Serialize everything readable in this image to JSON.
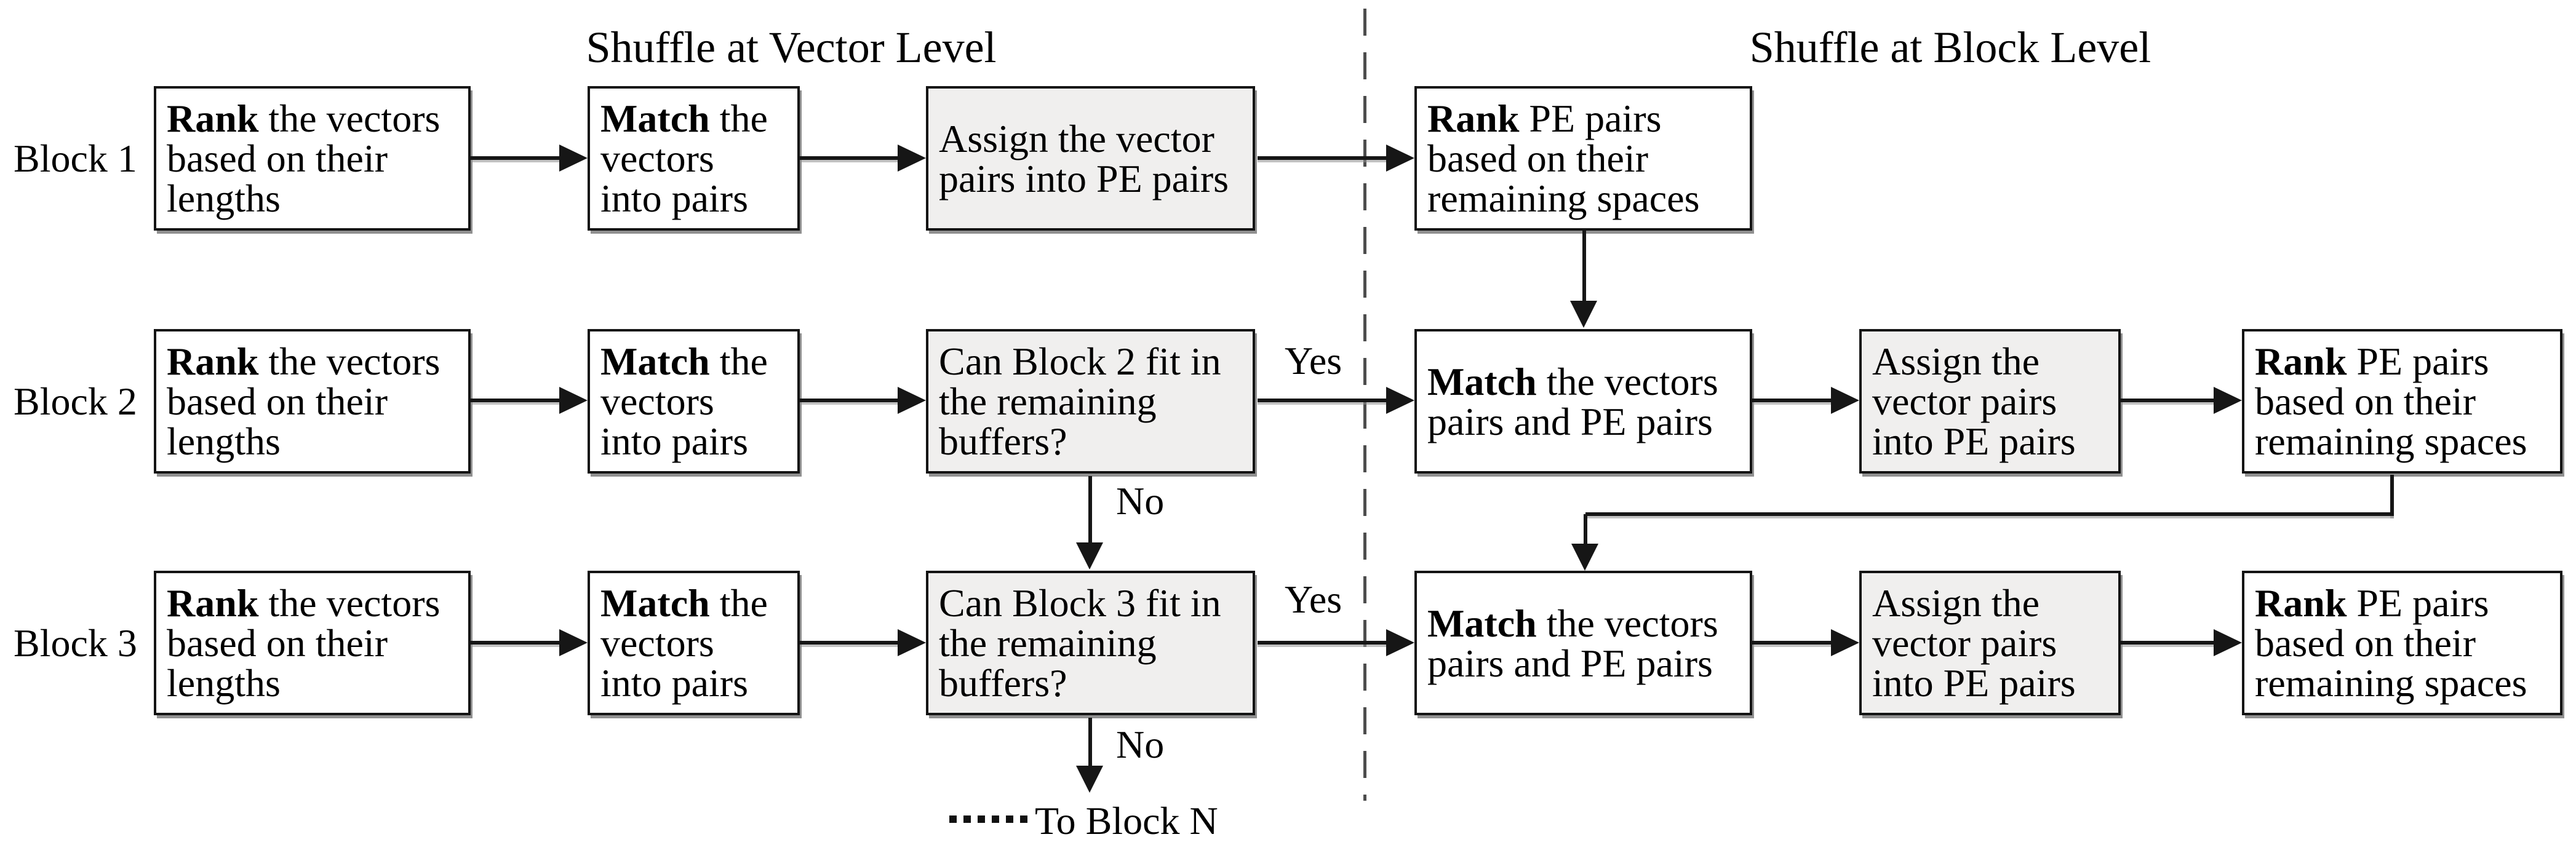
{
  "titles": {
    "left": "Shuffle at Vector Level",
    "right": "Shuffle at Block Level"
  },
  "row_labels": [
    "Block 1",
    "Block 2",
    "Block 3"
  ],
  "box_texts": {
    "rank_vectors": {
      "bold": "Rank",
      "lines": [
        " the vectors",
        "based on their",
        "lengths"
      ]
    },
    "match_into_pairs": {
      "bold": "Match",
      "lines": [
        " the",
        "vectors",
        "into pairs"
      ]
    },
    "assign_wide": {
      "lines": [
        "Assign the vector",
        "pairs into PE pairs"
      ]
    },
    "can_fit_2": {
      "lines": [
        "Can Block 2 fit in",
        "the remaining",
        "buffers?"
      ]
    },
    "can_fit_3": {
      "lines": [
        "Can Block 3 fit in",
        "the remaining",
        "buffers?"
      ]
    },
    "rank_pe": {
      "bold": "Rank",
      "lines": [
        " PE pairs",
        "based on their",
        "remaining spaces"
      ]
    },
    "match_pairs": {
      "bold": "Match",
      "lines": [
        " the vectors",
        "pairs and PE pairs"
      ]
    },
    "assign_narrow": {
      "lines": [
        "Assign the",
        "vector pairs",
        "into PE pairs"
      ]
    }
  },
  "labels": {
    "yes": "Yes",
    "no": "No",
    "to_block_n": "To Block N"
  },
  "icons": {
    "ellipsis_dots": "six-square-dots",
    "arrowheads": "solid-black-triangles"
  },
  "colors": {
    "node_fill": "#ffffff",
    "node_fill_highlight": "#f0efee",
    "node_border": "#141414",
    "shadow": "#909090",
    "dashed_divider": "#4d4d4d",
    "text": "#000000"
  }
}
